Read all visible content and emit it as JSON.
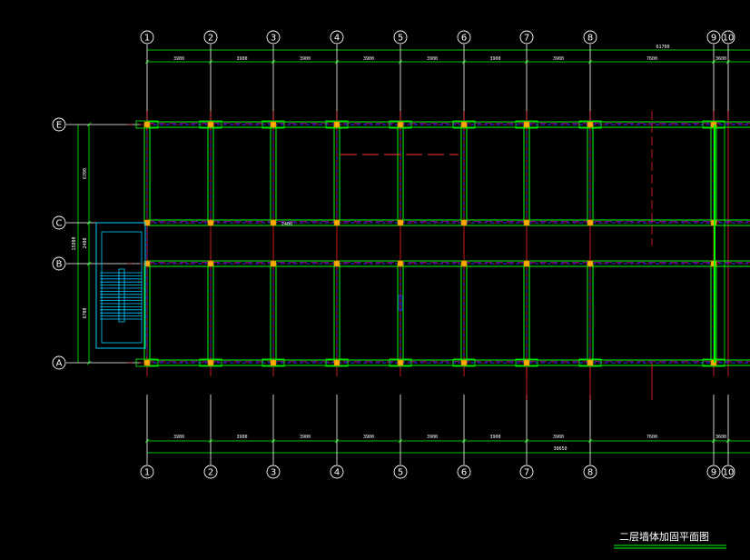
{
  "drawing": {
    "title": "二层墙体加固平面图",
    "colors": {
      "background": "#000000",
      "grid_line": "#ffffff",
      "dim_line": "#00ff00",
      "beam": "#00ff00",
      "beam_dashed": "#ff3333",
      "dashed_blue": "#3333ff",
      "column": "#ffaa00",
      "axis_red": "#ff2222",
      "stair": "#00ccff",
      "magenta": "#ff00ff"
    }
  },
  "vertical_axes": [
    {
      "label": "1"
    },
    {
      "label": "2"
    },
    {
      "label": "3"
    },
    {
      "label": "4"
    },
    {
      "label": "5"
    },
    {
      "label": "6"
    },
    {
      "label": "7"
    },
    {
      "label": "8"
    },
    {
      "label": "9"
    },
    {
      "label": "10"
    }
  ],
  "horizontal_axes": [
    {
      "label": "E"
    },
    {
      "label": "C"
    },
    {
      "label": "B"
    },
    {
      "label": "A"
    }
  ],
  "top_dims": {
    "segments": [
      "3900",
      "3900",
      "3900",
      "3900",
      "3900",
      "3900",
      "3900",
      "7600",
      "3600"
    ],
    "total": "61700"
  },
  "bottom_dims": {
    "segments": [
      "3900",
      "3900",
      "3900",
      "3900",
      "3900",
      "3900",
      "3900",
      "7600",
      "3600"
    ],
    "total": "30650"
  },
  "left_dims": {
    "segments": [
      "6700",
      "2400",
      "6700"
    ],
    "total": "15800"
  },
  "annotations": {
    "corridor_mark": "2400"
  }
}
